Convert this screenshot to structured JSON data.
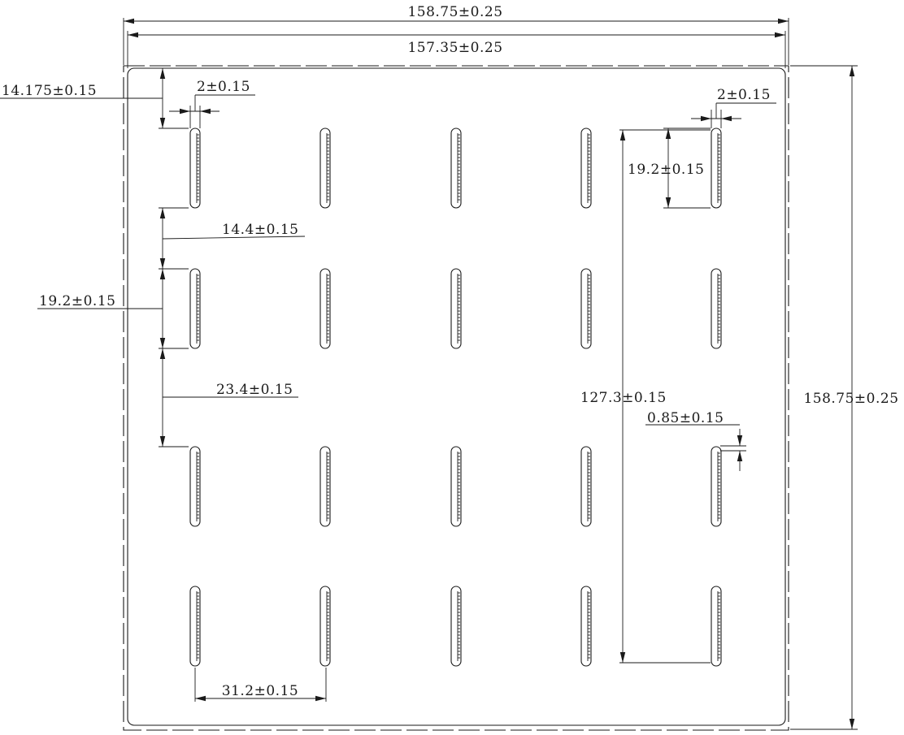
{
  "dimensions": {
    "overall_width": "158.75±0.25",
    "inner_width": "157.35±0.25",
    "overall_height": "158.75±0.25",
    "top_margin": "14.175±0.15",
    "slot_width_left": "2±0.15",
    "slot_width_right": "2±0.15",
    "row_gap_1": "14.4±0.15",
    "slot_length_left": "19.2±0.15",
    "row_gap_2": "23.4±0.15",
    "slot_length_right": "19.2±0.15",
    "span_height": "127.3±0.15",
    "offset": "0.85±0.15",
    "column_pitch": "31.2±0.15"
  },
  "grid": {
    "columns": 5,
    "rows": 4
  }
}
